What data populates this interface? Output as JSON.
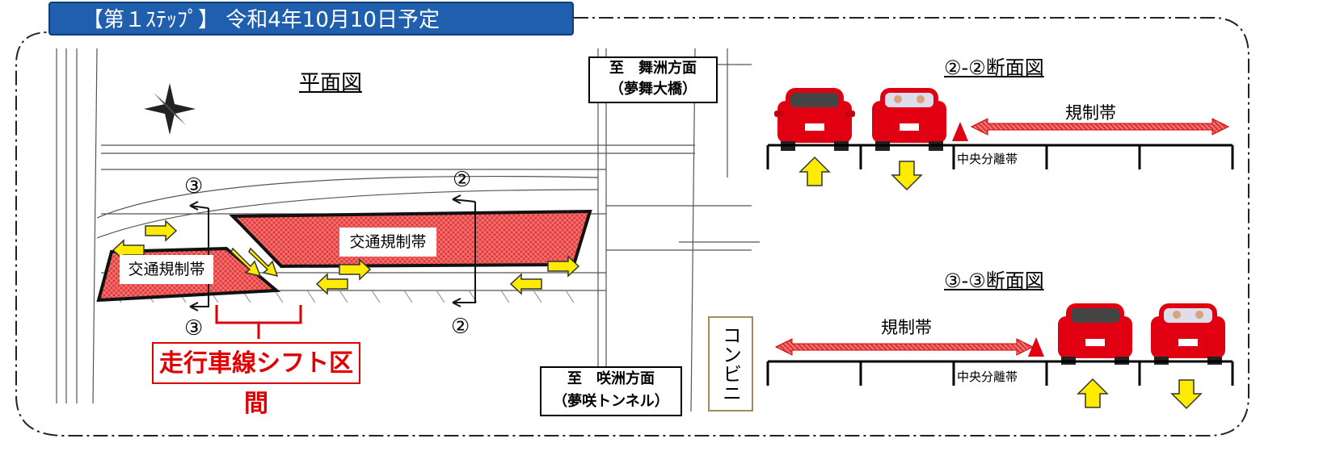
{
  "header": {
    "title": "【第１ｽﾃｯﾌﾟ】 令和4年10月10日予定"
  },
  "plan": {
    "title": "平面図",
    "north": "N",
    "dest_north": {
      "line1": "至　舞洲方面",
      "line2": "（夢舞大橋）"
    },
    "dest_south": {
      "line1": "至　咲洲方面",
      "line2": "（夢咲トンネル）"
    },
    "zone_east": "交通規制帯",
    "zone_west": "交通規制帯",
    "marker_2": "②",
    "marker_3": "③",
    "shift_label": "走行車線シフト区間",
    "konbini": "コンビニ"
  },
  "section_2": {
    "title": "②-②断面図",
    "regulation": "規制帯",
    "median": "中央分離帯"
  },
  "section_3": {
    "title": "③-③断面図",
    "regulation": "規制帯",
    "median": "中央分離帯"
  },
  "colors": {
    "header_blue": "#1f5fae",
    "regulation_red": "#e83a3a",
    "arrow_yellow": "#ffeb00",
    "car_red": "#e00012",
    "shift_red": "#e00000"
  }
}
